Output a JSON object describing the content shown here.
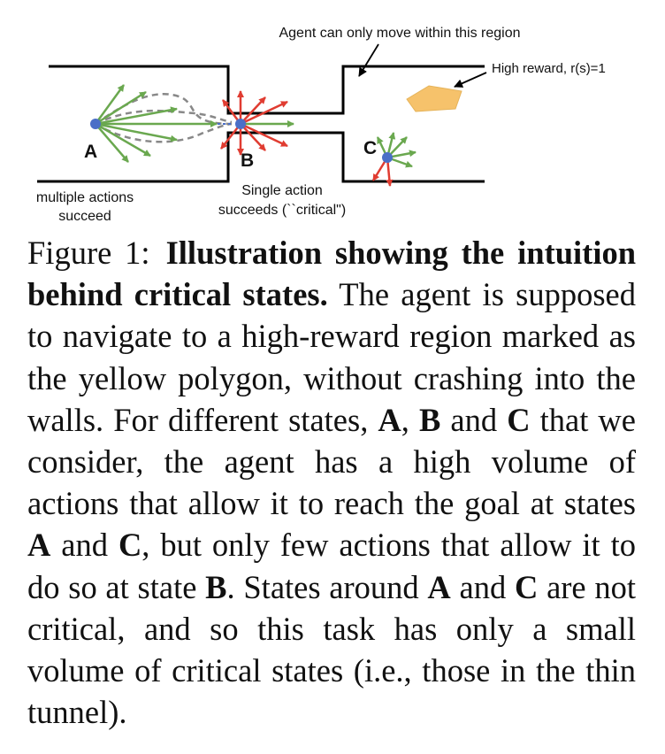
{
  "figure": {
    "annotation_region": "Agent can only move within this region",
    "annotation_reward": "High reward, r(s)=1",
    "state_a": "A",
    "state_b": "B",
    "state_c": "C",
    "label_a_line1": "multiple actions",
    "label_a_line2": "succeed",
    "label_b_line1": "Single action",
    "label_b_line2": "succeeds (``critical\")",
    "colors": {
      "walls": "#000000",
      "green_arrow": "#6aa84f",
      "red_arrow": "#e03c31",
      "dashed_path": "#888888",
      "agent_dot": "#4a6fc7",
      "reward_polygon": "#f6c26b"
    }
  },
  "caption": {
    "fig_num": "Figure 1:",
    "bold_title": "Illustration showing the intuition behind critical states.",
    "s1": " The agent is supposed to navigate to a high-reward region marked as the yellow polygon, without crashing into the walls. For different states, ",
    "A1": "A",
    "s2": ", ",
    "B1": "B",
    "s3": " and ",
    "C1": "C",
    "s4": " that we consider, the agent has a high volume of actions that allow it to reach the goal at states ",
    "A2": "A",
    "s5": " and ",
    "C2": "C",
    "s6": ", but only few actions that allow it to do so at state ",
    "B2": "B",
    "s7": ". States around ",
    "A3": "A",
    "s8": " and ",
    "C3": "C",
    "s9": " are not critical, and so this task has only a small volume of critical states (i.e., those in the thin tunnel)."
  }
}
